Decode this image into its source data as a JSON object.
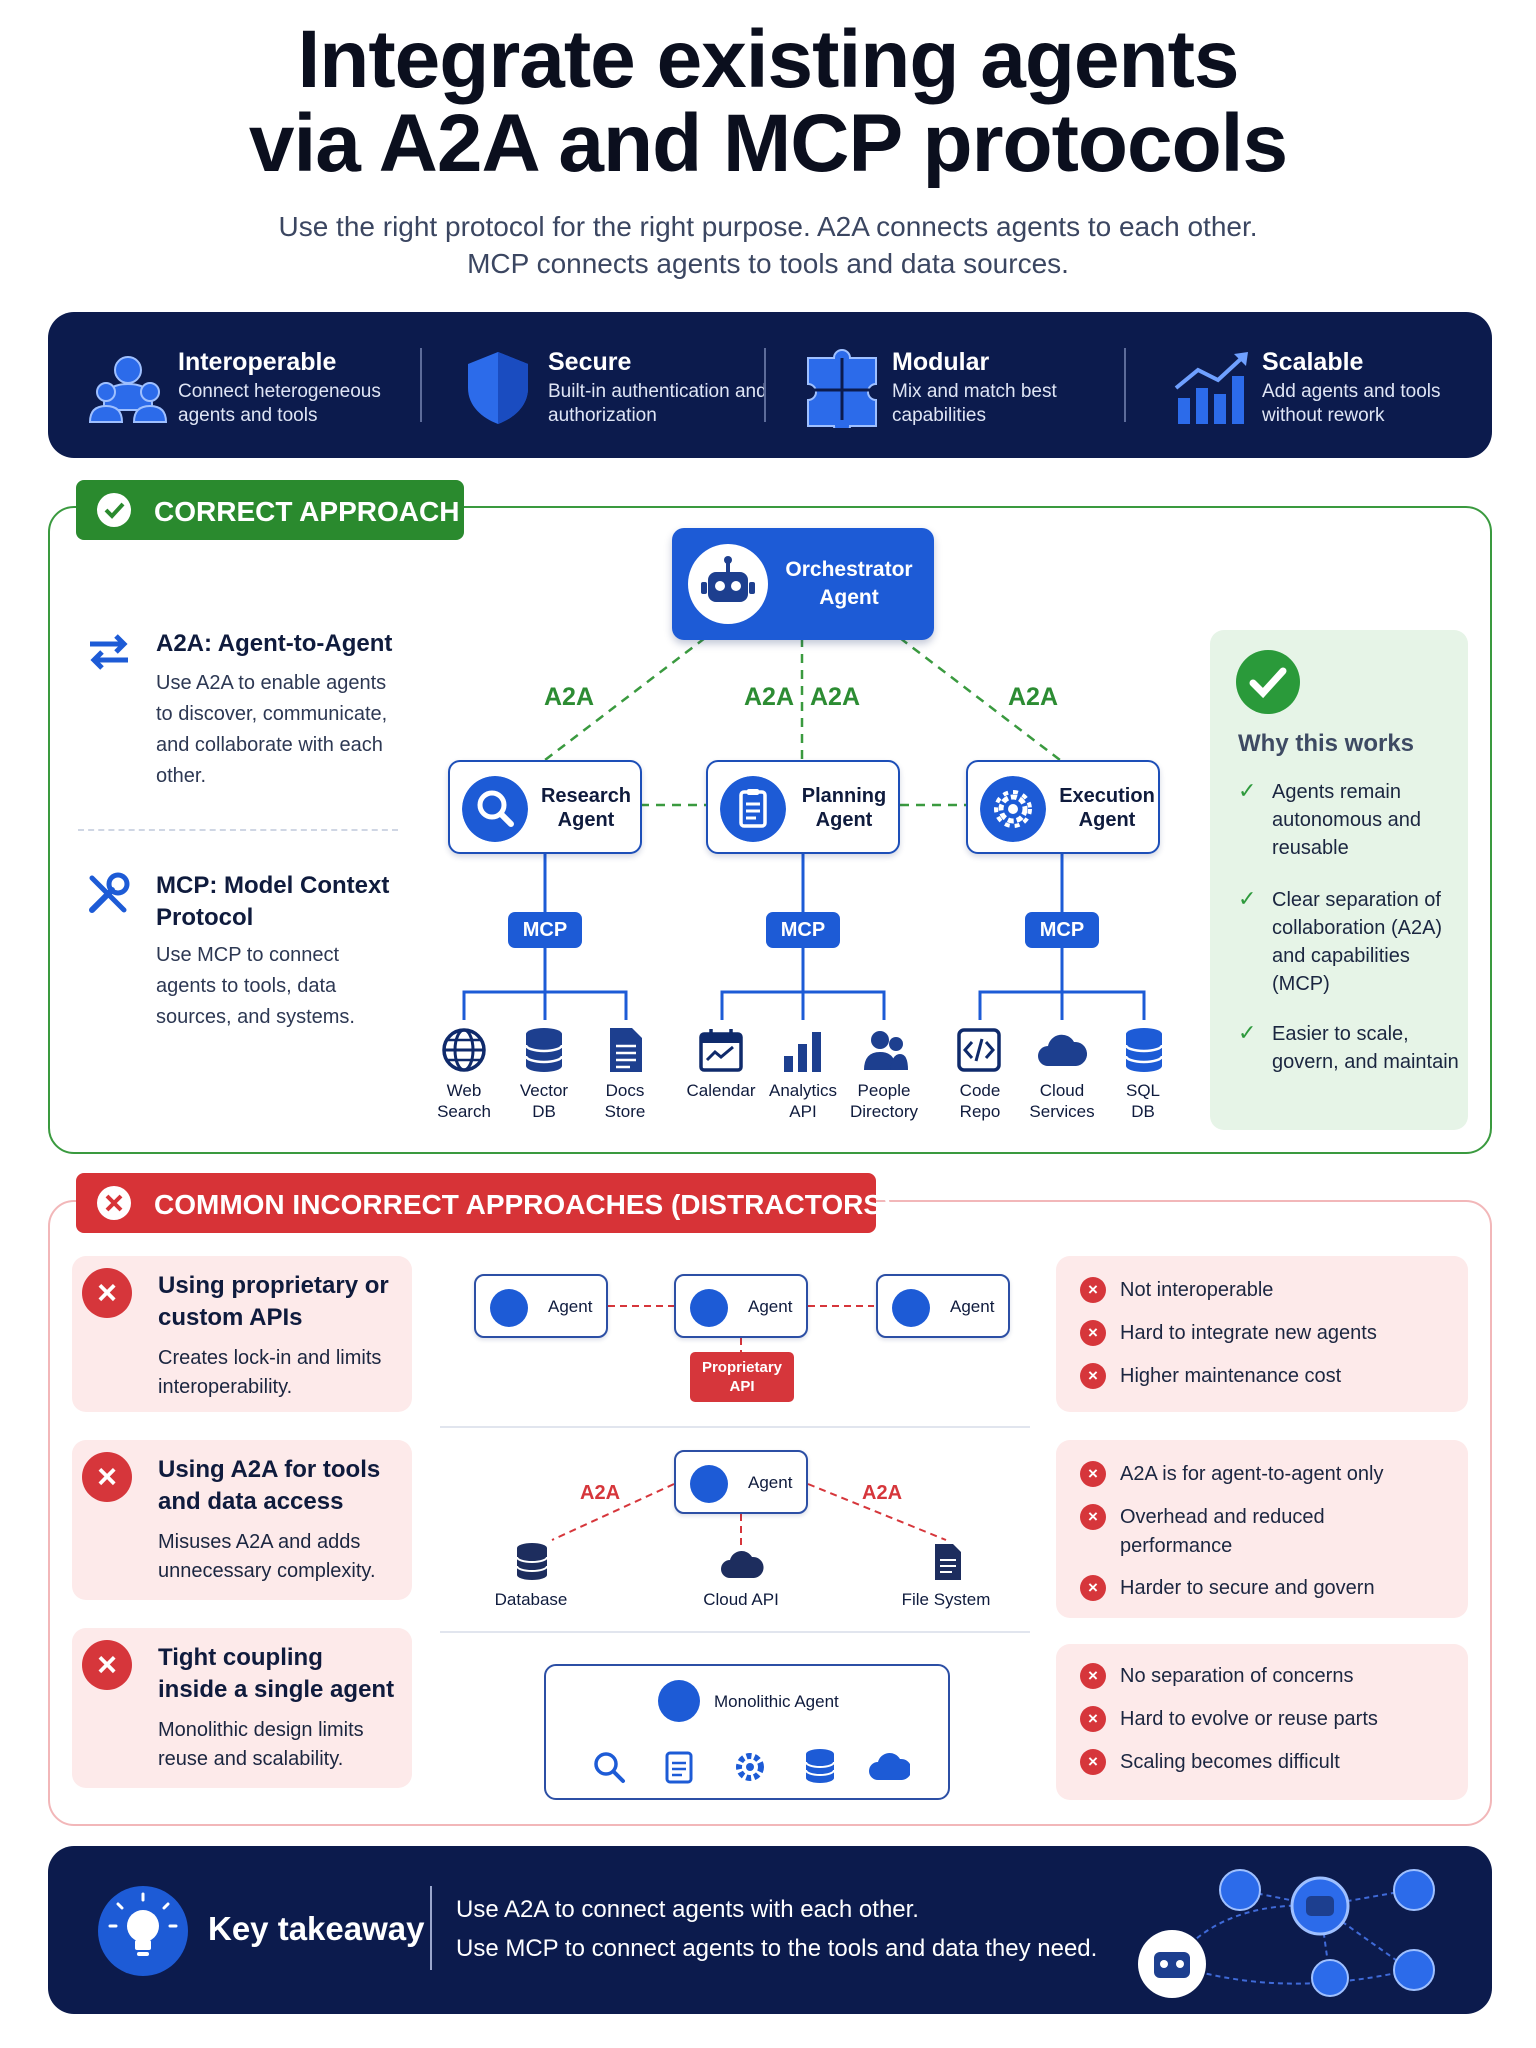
{
  "header": {
    "title": "Integrate existing agents\nvia A2A and MCP protocols",
    "title_line1": "Integrate existing agents",
    "title_line2": "via A2A and MCP protocols",
    "subtitle_line1": "Use the right protocol for the right purpose. A2A connects agents to each other.",
    "subtitle_line2": "MCP connects agents to tools and data sources."
  },
  "benefits": [
    {
      "title": "Interoperable",
      "desc": "Connect heterogeneous agents and tools",
      "icon": "people-icon"
    },
    {
      "title": "Secure",
      "desc": "Built-in authentication and authorization",
      "icon": "shield-icon"
    },
    {
      "title": "Modular",
      "desc": "Mix and match best capabilities",
      "icon": "puzzle-icon"
    },
    {
      "title": "Scalable",
      "desc": "Add agents and tools without rework",
      "icon": "growth-chart-icon"
    }
  ],
  "correct": {
    "tab_label": "CORRECT APPROACH",
    "a2a_title": "A2A: Agent-to-Agent",
    "a2a_desc": "Use A2A to enable agents to discover, communicate, and collaborate with each other.",
    "mcp_title": "MCP: Model Context Protocol",
    "mcp_desc": "Use MCP to connect agents to tools, data sources, and systems.",
    "orchestrator_line1": "Orchestrator",
    "orchestrator_line2": "Agent",
    "a2a_label": "A2A",
    "mcp_label": "MCP",
    "agents": [
      {
        "line1": "Research",
        "line2": "Agent",
        "icon": "search-icon"
      },
      {
        "line1": "Planning",
        "line2": "Agent",
        "icon": "clipboard-icon"
      },
      {
        "line1": "Execution",
        "line2": "Agent",
        "icon": "gear-icon"
      }
    ],
    "tools": [
      {
        "line1": "Web",
        "line2": "Search",
        "icon": "globe-icon"
      },
      {
        "line1": "Vector",
        "line2": "DB",
        "icon": "database-icon"
      },
      {
        "line1": "Docs",
        "line2": "Store",
        "icon": "document-icon"
      },
      {
        "line1": "Calendar",
        "line2": "",
        "icon": "calendar-icon"
      },
      {
        "line1": "Analytics",
        "line2": "API",
        "icon": "bar-chart-icon"
      },
      {
        "line1": "People",
        "line2": "Directory",
        "icon": "people-icon"
      },
      {
        "line1": "Code",
        "line2": "Repo",
        "icon": "code-icon"
      },
      {
        "line1": "Cloud",
        "line2": "Services",
        "icon": "cloud-icon"
      },
      {
        "line1": "SQL",
        "line2": "DB",
        "icon": "database-icon"
      }
    ],
    "why_title": "Why this works",
    "why_items": [
      "Agents remain autonomous and reusable",
      "Clear separation of collaboration (A2A) and capabilities (MCP)",
      "Easier to scale, govern, and maintain"
    ]
  },
  "incorrect": {
    "tab_label": "COMMON INCORRECT APPROACHES (DISTRACTORS)",
    "cards": [
      {
        "title": "Using proprietary or custom APIs",
        "desc": "Creates lock-in and limits interoperability."
      },
      {
        "title": "Using A2A for tools and data access",
        "desc": "Misuses A2A and adds unnecessary complexity."
      },
      {
        "title": "Tight coupling inside a single agent",
        "desc": "Monolithic design limits reuse and scalability."
      }
    ],
    "diagram1": {
      "agent_label": "Agent",
      "api_label": "Proprietary API"
    },
    "diagram2": {
      "agent_label": "Agent",
      "a2a_label": "A2A",
      "targets": [
        "Database",
        "Cloud API",
        "File System"
      ]
    },
    "diagram3": {
      "agent_label": "Monolithic Agent"
    },
    "consequences": [
      [
        "Not interoperable",
        "Hard to integrate new agents",
        "Higher maintenance cost"
      ],
      [
        "A2A is for agent-to-agent only",
        "Overhead and reduced performance",
        "Harder to secure and govern"
      ],
      [
        "No separation of concerns",
        "Hard to evolve or reuse parts",
        "Scaling becomes difficult"
      ]
    ]
  },
  "takeaway": {
    "title": "Key takeaway",
    "line1": "Use A2A to connect agents with each other.",
    "line2": "Use MCP to connect agents to the tools and data they need."
  },
  "colors": {
    "navy": "#0c1b4d",
    "blue": "#1d5bd6",
    "green": "#2a8a2e",
    "red": "#d73337"
  }
}
